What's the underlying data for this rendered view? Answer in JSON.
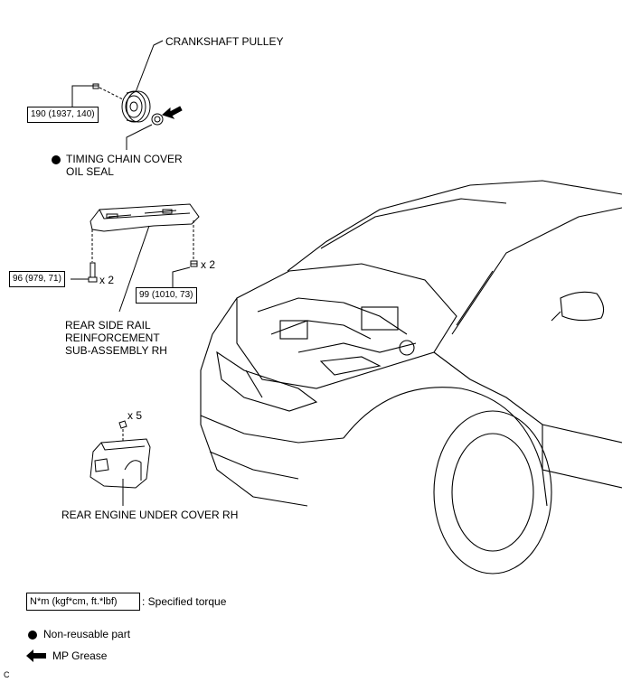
{
  "labels": {
    "crankshaft_pulley": "CRANKSHAFT PULLEY",
    "timing_chain_cover_oil_seal_l1": "TIMING CHAIN COVER",
    "timing_chain_cover_oil_seal_l2": "OIL SEAL",
    "reinforcement_l1": "REAR SIDE RAIL",
    "reinforcement_l2": "REINFORCEMENT",
    "reinforcement_l3": "SUB-ASSEMBLY RH",
    "under_cover": "REAR ENGINE UNDER COVER RH",
    "qty_left_bolts": "x 2",
    "qty_right_bolts": "x 2",
    "qty_clips": "x 5"
  },
  "torque": {
    "pulley_bolt": "190 (1937, 140)",
    "reinforcement_left": "96 (979, 71)",
    "reinforcement_right": "99 (1010, 73)"
  },
  "legend": {
    "torque_units": "N*m (kgf*cm, ft.*lbf)",
    "torque_desc": ": Specified torque",
    "non_reusable": "Non-reusable part",
    "mp_grease": "MP Grease"
  },
  "corner_code": "C"
}
